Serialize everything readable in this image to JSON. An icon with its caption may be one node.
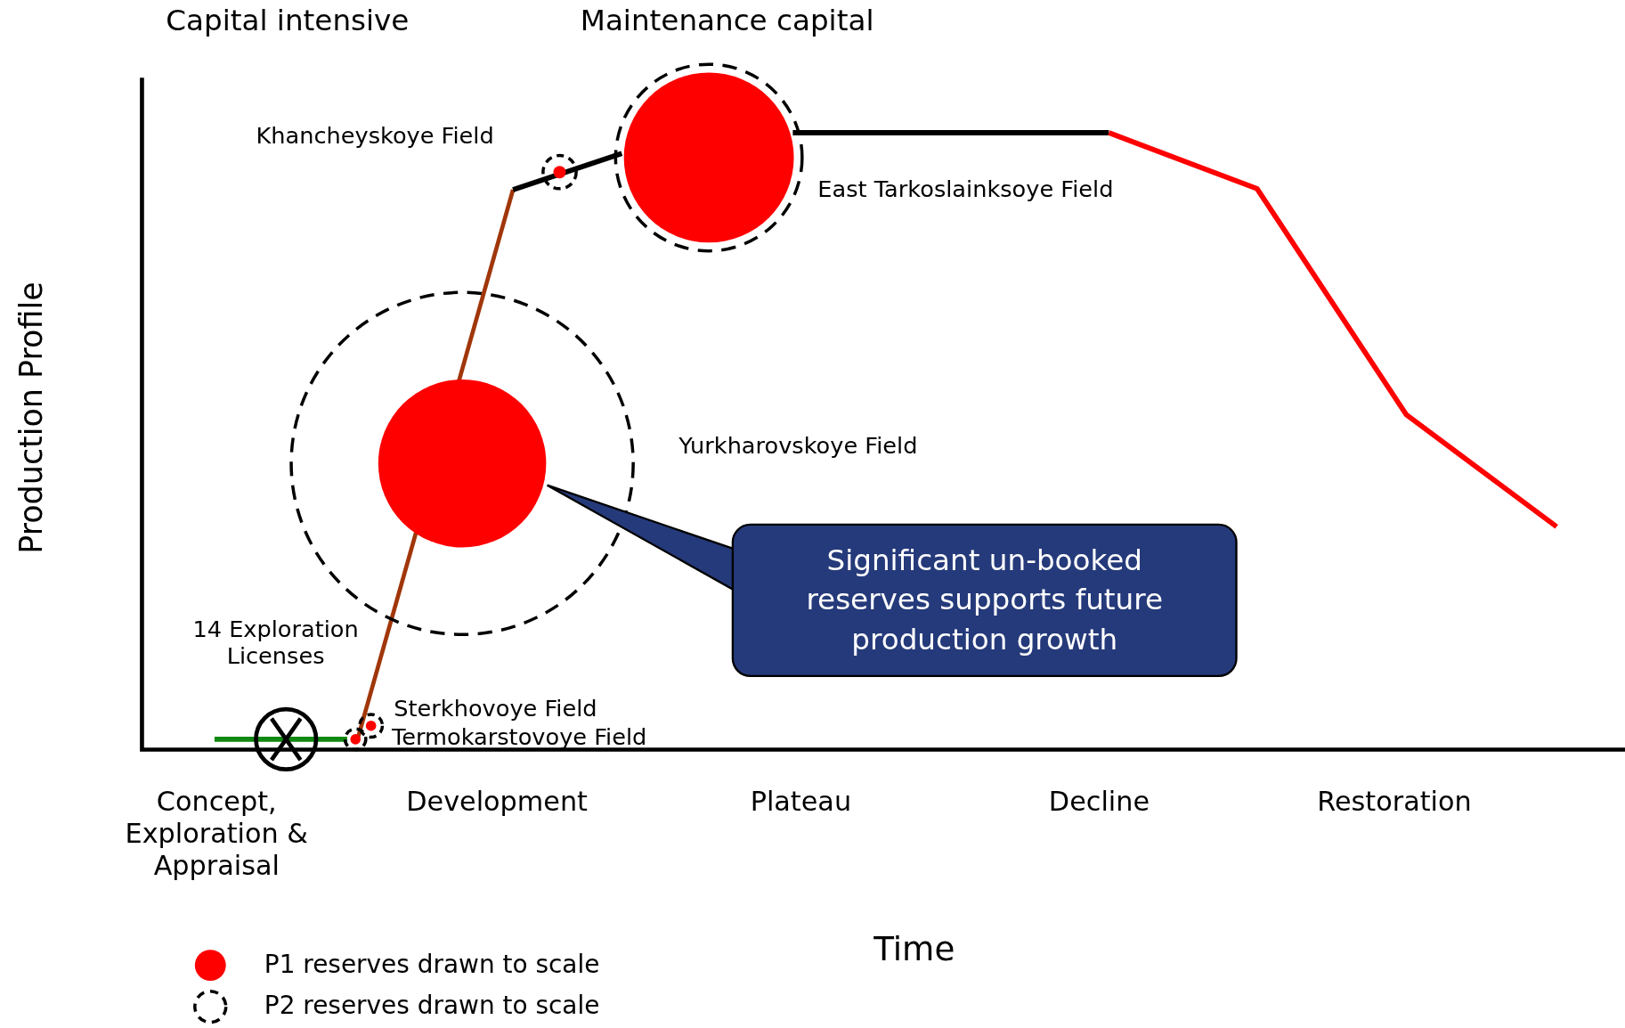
{
  "diagram": {
    "nodes": [
      {
        "text": [
          "Significant un-booked reserves supports future production growth"
        ]
      },
      {
        "text": [],
        "shape": "circle"
      }
    ],
    "edges": [
      {
        "from": 0,
        "to": 1,
        "arrow": "to"
      }
    ],
    "labels": [
      "Capital intensive",
      "Maintenance capital",
      "Khancheyskoye Field",
      "East Tarkoslainksoye Field",
      "Production Profile",
      "Yurkharovskoye Field",
      "14 Exploration Licenses",
      "Sterkhovoye Field",
      "Termokarstovoye Field",
      "Concept, Exploration & Appraisal",
      "Development",
      "Plateau",
      "Decline",
      "Restoration",
      "Time"
    ],
    "legend": [
      {
        "text": "P1 reserves drawn to scale",
        "color": "#ff0000"
      },
      {
        "text": "P2 reserves drawn to scale"
      }
    ]
  }
}
